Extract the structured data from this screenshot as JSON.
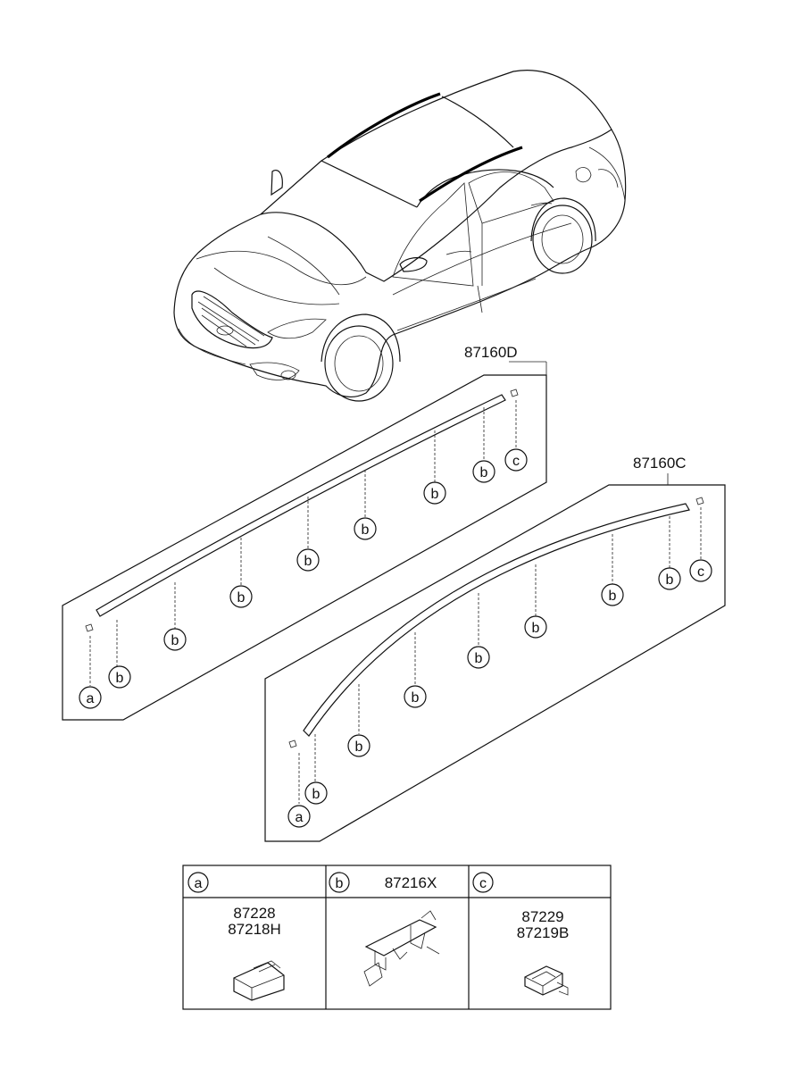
{
  "assemblies": [
    {
      "part_number": "87160D"
    },
    {
      "part_number": "87160C"
    }
  ],
  "callouts": {
    "a": "a",
    "b": "b",
    "c": "c"
  },
  "legend_table": {
    "cells": [
      {
        "letter": "a",
        "header_part": "",
        "parts": [
          "87228",
          "87218H"
        ]
      },
      {
        "letter": "b",
        "header_part": "87216X",
        "parts": []
      },
      {
        "letter": "c",
        "header_part": "",
        "parts": [
          "87229",
          "87219B"
        ]
      }
    ]
  }
}
